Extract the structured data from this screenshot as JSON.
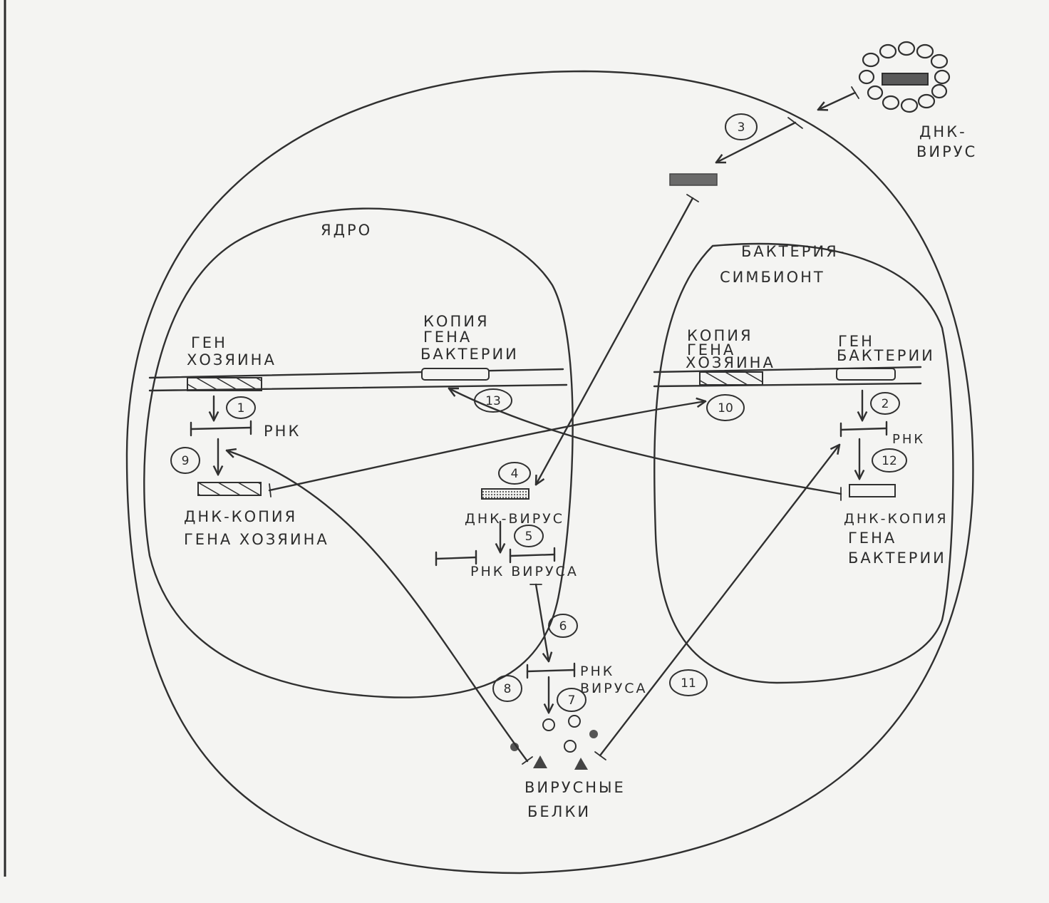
{
  "labels": {
    "nucleus": "ЯДРО",
    "dna_virus_outside_1": "ДНК-",
    "dna_virus_outside_2": "ВИРУС",
    "symbiont_1": "БАКТЕРИЯ-",
    "symbiont_2": "СИМБИОНТ",
    "host_gene_1": "ГЕН",
    "host_gene_2": "ХОЗЯИНА",
    "bact_copy_nucleus_1": "КОПИЯ",
    "bact_copy_nucleus_2": "ГЕНА",
    "bact_copy_nucleus_3": "БАКТЕРИИ",
    "host_copy_bact_1": "КОПИЯ",
    "host_copy_bact_2": "ГЕНА",
    "host_copy_bact_3": "ХОЗЯИНА",
    "bact_gene_1": "ГЕН",
    "bact_gene_2": "БАКТЕРИИ",
    "rna_host": "РНК",
    "rna_bact": "РНК",
    "dna_copy_host_1": "ДНК-КОПИЯ",
    "dna_copy_host_2": "ГЕНА ХОЗЯИНА",
    "dna_virus_nucleus": "ДНК-ВИРУС",
    "rna_virus_nucleus": "РНК ВИРУСА",
    "rna_virus_cyto_1": "РНК",
    "rna_virus_cyto_2": "ВИРУСА",
    "dna_copy_bact_1": "ДНК-КОПИЯ",
    "dna_copy_bact_2": "ГЕНА",
    "dna_copy_bact_3": "БАКТЕРИИ",
    "viral_proteins_1": "ВИРУСНЫЕ",
    "viral_proteins_2": "БЕЛКИ"
  },
  "steps": [
    "1",
    "2",
    "3",
    "4",
    "5",
    "6",
    "7",
    "8",
    "9",
    "10",
    "11",
    "12",
    "13"
  ]
}
